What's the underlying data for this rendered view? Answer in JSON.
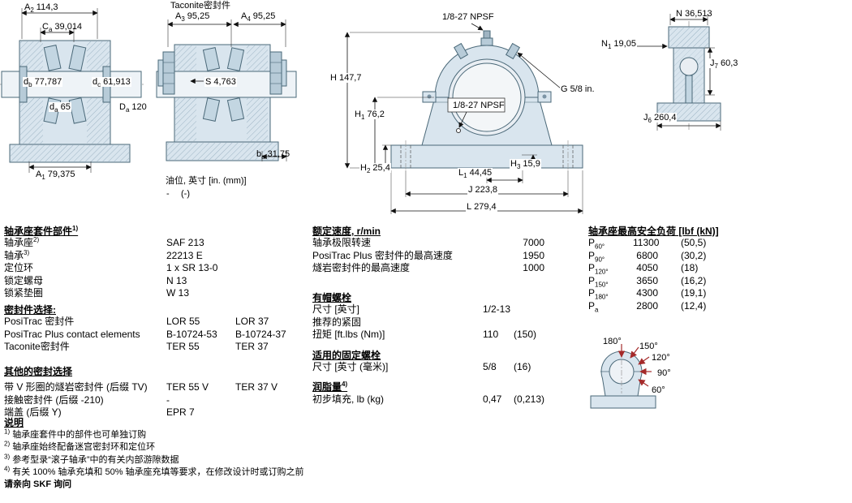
{
  "drawings": {
    "left": {
      "dims": {
        "A2": {
          "sym": "A",
          "sub": "2",
          "val": "114,3"
        },
        "Ca": {
          "sym": "C",
          "sub": "a",
          "val": "39,014"
        },
        "db": {
          "sym": "d",
          "sub": "b",
          "val": "77,787"
        },
        "dc": {
          "sym": "d",
          "sub": "c",
          "val": "61,913"
        },
        "da": {
          "sym": "d",
          "sub": "a",
          "val": "65"
        },
        "Da": {
          "sym": "D",
          "sub": "a",
          "val": "120"
        },
        "A1": {
          "sym": "A",
          "sub": "1",
          "val": "79,375"
        }
      }
    },
    "taconite": {
      "title": "Taconite密封件",
      "dims": {
        "A3": {
          "sym": "A",
          "sub": "3",
          "val": "95,25"
        },
        "A4": {
          "sym": "A",
          "sub": "4",
          "val": "95,25"
        },
        "S": {
          "sym": "S",
          "sub": "",
          "val": "4,763"
        },
        "ba": {
          "sym": "b",
          "sub": "a",
          "val": "31,75"
        }
      },
      "oil_note": "油位, 英寸 [in. (mm)]",
      "oil_dash": "-",
      "oil_paren": "(-)"
    },
    "front": {
      "npsf_top": "1/8-27 NPSF",
      "npsf_box": "1/8-27 NPSF",
      "dims": {
        "H": {
          "sym": "H",
          "sub": "",
          "val": "147,7"
        },
        "H1": {
          "sym": "H",
          "sub": "1",
          "val": "76,2"
        },
        "H2": {
          "sym": "H",
          "sub": "2",
          "val": "25,4"
        },
        "H3": {
          "sym": "H",
          "sub": "3",
          "val": "15,9"
        },
        "L1": {
          "sym": "L",
          "sub": "1",
          "val": "44,45"
        },
        "J": {
          "sym": "J",
          "sub": "",
          "val": "223,8"
        },
        "L": {
          "sym": "L",
          "sub": "",
          "val": "279,4"
        },
        "G": {
          "sym": "G",
          "sub": "",
          "val": "5/8 in."
        }
      }
    },
    "side": {
      "dims": {
        "N": {
          "sym": "N",
          "sub": "",
          "val": "36,513"
        },
        "N1": {
          "sym": "N",
          "sub": "1",
          "val": "19,05"
        },
        "J7": {
          "sym": "J",
          "sub": "7",
          "val": "60,3"
        },
        "J6": {
          "sym": "J",
          "sub": "6",
          "val": "260,4"
        }
      }
    }
  },
  "kit": {
    "title": "轴承座套件部件",
    "title_sup": "1)",
    "rows": [
      {
        "label": "轴承座",
        "sup": "2)",
        "v1": "SAF 213",
        "v2": ""
      },
      {
        "label": "轴承",
        "sup": "3)",
        "v1": "22213 E",
        "v2": ""
      },
      {
        "label": "定位环",
        "sup": "",
        "v1": "1 x SR 13-0",
        "v2": ""
      },
      {
        "label": "锁定螺母",
        "sup": "",
        "v1": "N 13",
        "v2": ""
      },
      {
        "label": "锁紧垫圈",
        "sup": "",
        "v1": "W 13",
        "v2": ""
      }
    ],
    "seal_title": "密封件选择:",
    "seal_rows": [
      {
        "label": "PosiTrac 密封件",
        "v1": "LOR 55",
        "v2": "LOR 37"
      },
      {
        "label": "PosiTrac Plus contact elements",
        "v1": "B-10724-53",
        "v2": "B-10724-37"
      },
      {
        "label": "Taconite密封件",
        "v1": "TER 55",
        "v2": "TER 37"
      }
    ],
    "other_title": "其他的密封选择",
    "other_rows": [
      {
        "label": "带 V 形圈的燧岩密封件 (后缀 TV)",
        "v1": "TER 55 V",
        "v2": "TER 37 V"
      },
      {
        "label": "接触密封件 (后缀 -210)",
        "v1": "-",
        "v2": ""
      },
      {
        "label": "端盖 (后缀 Y)",
        "v1": "EPR 7",
        "v2": ""
      }
    ]
  },
  "speed": {
    "title": "额定速度, r/min",
    "rows": [
      {
        "label": "轴承极限转速",
        "val": "7000"
      },
      {
        "label": "PosiTrac Plus 密封件的最高速度",
        "val": "1950"
      },
      {
        "label": "燧岩密封件的最高速度",
        "val": "1000"
      }
    ]
  },
  "capbolts": {
    "title": "有帽螺栓",
    "rows": [
      {
        "label": "尺寸 [英寸]",
        "v1": "1/2-13",
        "v2": ""
      },
      {
        "label": "推荐的紧固",
        "v1": "",
        "v2": ""
      },
      {
        "label": "扭矩 [ft.lbs (Nm)]",
        "v1": "110",
        "v2": "(150)"
      }
    ]
  },
  "fixbolts": {
    "title": "适用的固定螺栓",
    "row": {
      "label": "尺寸 [英寸 (毫米)]",
      "v1": "5/8",
      "v2": "(16)"
    }
  },
  "grease": {
    "title": "润脂量",
    "title_sup": "4)",
    "row": {
      "label": "初步填充, lb (kg)",
      "v1": "0,47",
      "v2": "(0,213)"
    }
  },
  "loads": {
    "title": "轴承座最高安全负荷 [lbf (kN)]",
    "rows": [
      {
        "sym": "P",
        "sub": "60°",
        "lbf": "11300",
        "kn": "(50,5)"
      },
      {
        "sym": "P",
        "sub": "90°",
        "lbf": "6800",
        "kn": "(30,2)"
      },
      {
        "sym": "P",
        "sub": "120°",
        "lbf": "4050",
        "kn": "(18)"
      },
      {
        "sym": "P",
        "sub": "150°",
        "lbf": "3650",
        "kn": "(16,2)"
      },
      {
        "sym": "P",
        "sub": "180°",
        "lbf": "4300",
        "kn": "(19,1)"
      },
      {
        "sym": "P",
        "sub": "a",
        "lbf": "2800",
        "kn": "(12,4)"
      }
    ],
    "angles": [
      "180°",
      "150°",
      "120°",
      "90°",
      "60°"
    ]
  },
  "notes": {
    "title": "说明",
    "items": [
      {
        "sup": "1)",
        "text": "轴承座套件中的部件也可单独订购"
      },
      {
        "sup": "2)",
        "text": "轴承座始终配备迷宫密封环和定位环"
      },
      {
        "sup": "3)",
        "text": "参考型录“滚子轴承”中的有关内部游隙数据"
      },
      {
        "sup": "4)",
        "text": "有关 100% 轴承充填和 50% 轴承座充填等要求，在修改设计时或订购之前"
      }
    ],
    "footer": "请亲向 SKF 询问"
  }
}
